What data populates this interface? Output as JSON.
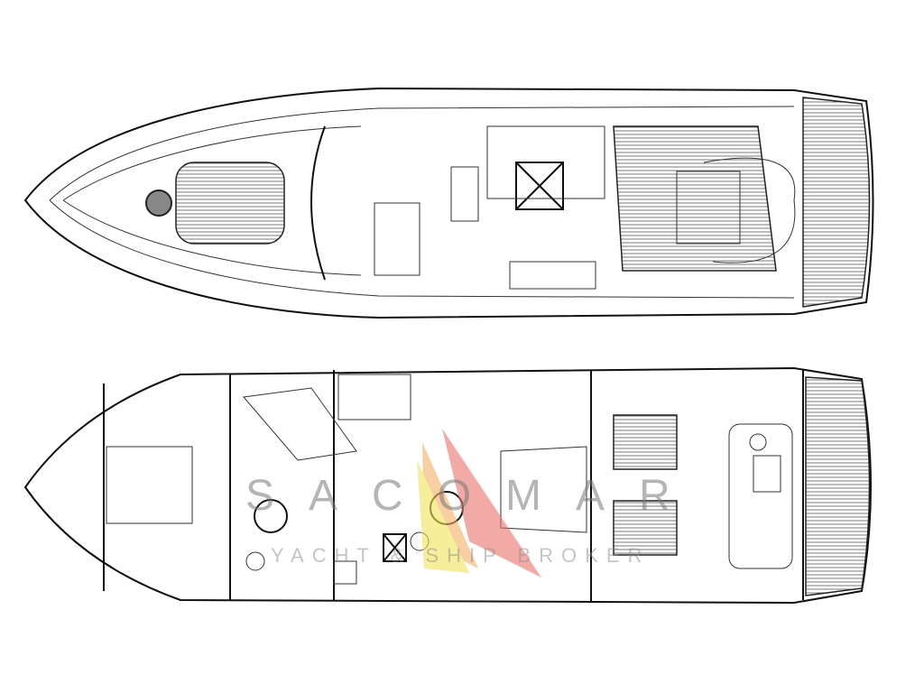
{
  "diagram": {
    "title": "Yacht deck and interior layout plan",
    "views": [
      "deck-plan",
      "lower-deck-plan"
    ]
  },
  "watermark": {
    "name": "SACOMAR",
    "tagline": "YACHT & SHIP BROKER",
    "colors": {
      "red": "#e8736b",
      "orange": "#f2b066",
      "yellow": "#f1e35a"
    }
  }
}
